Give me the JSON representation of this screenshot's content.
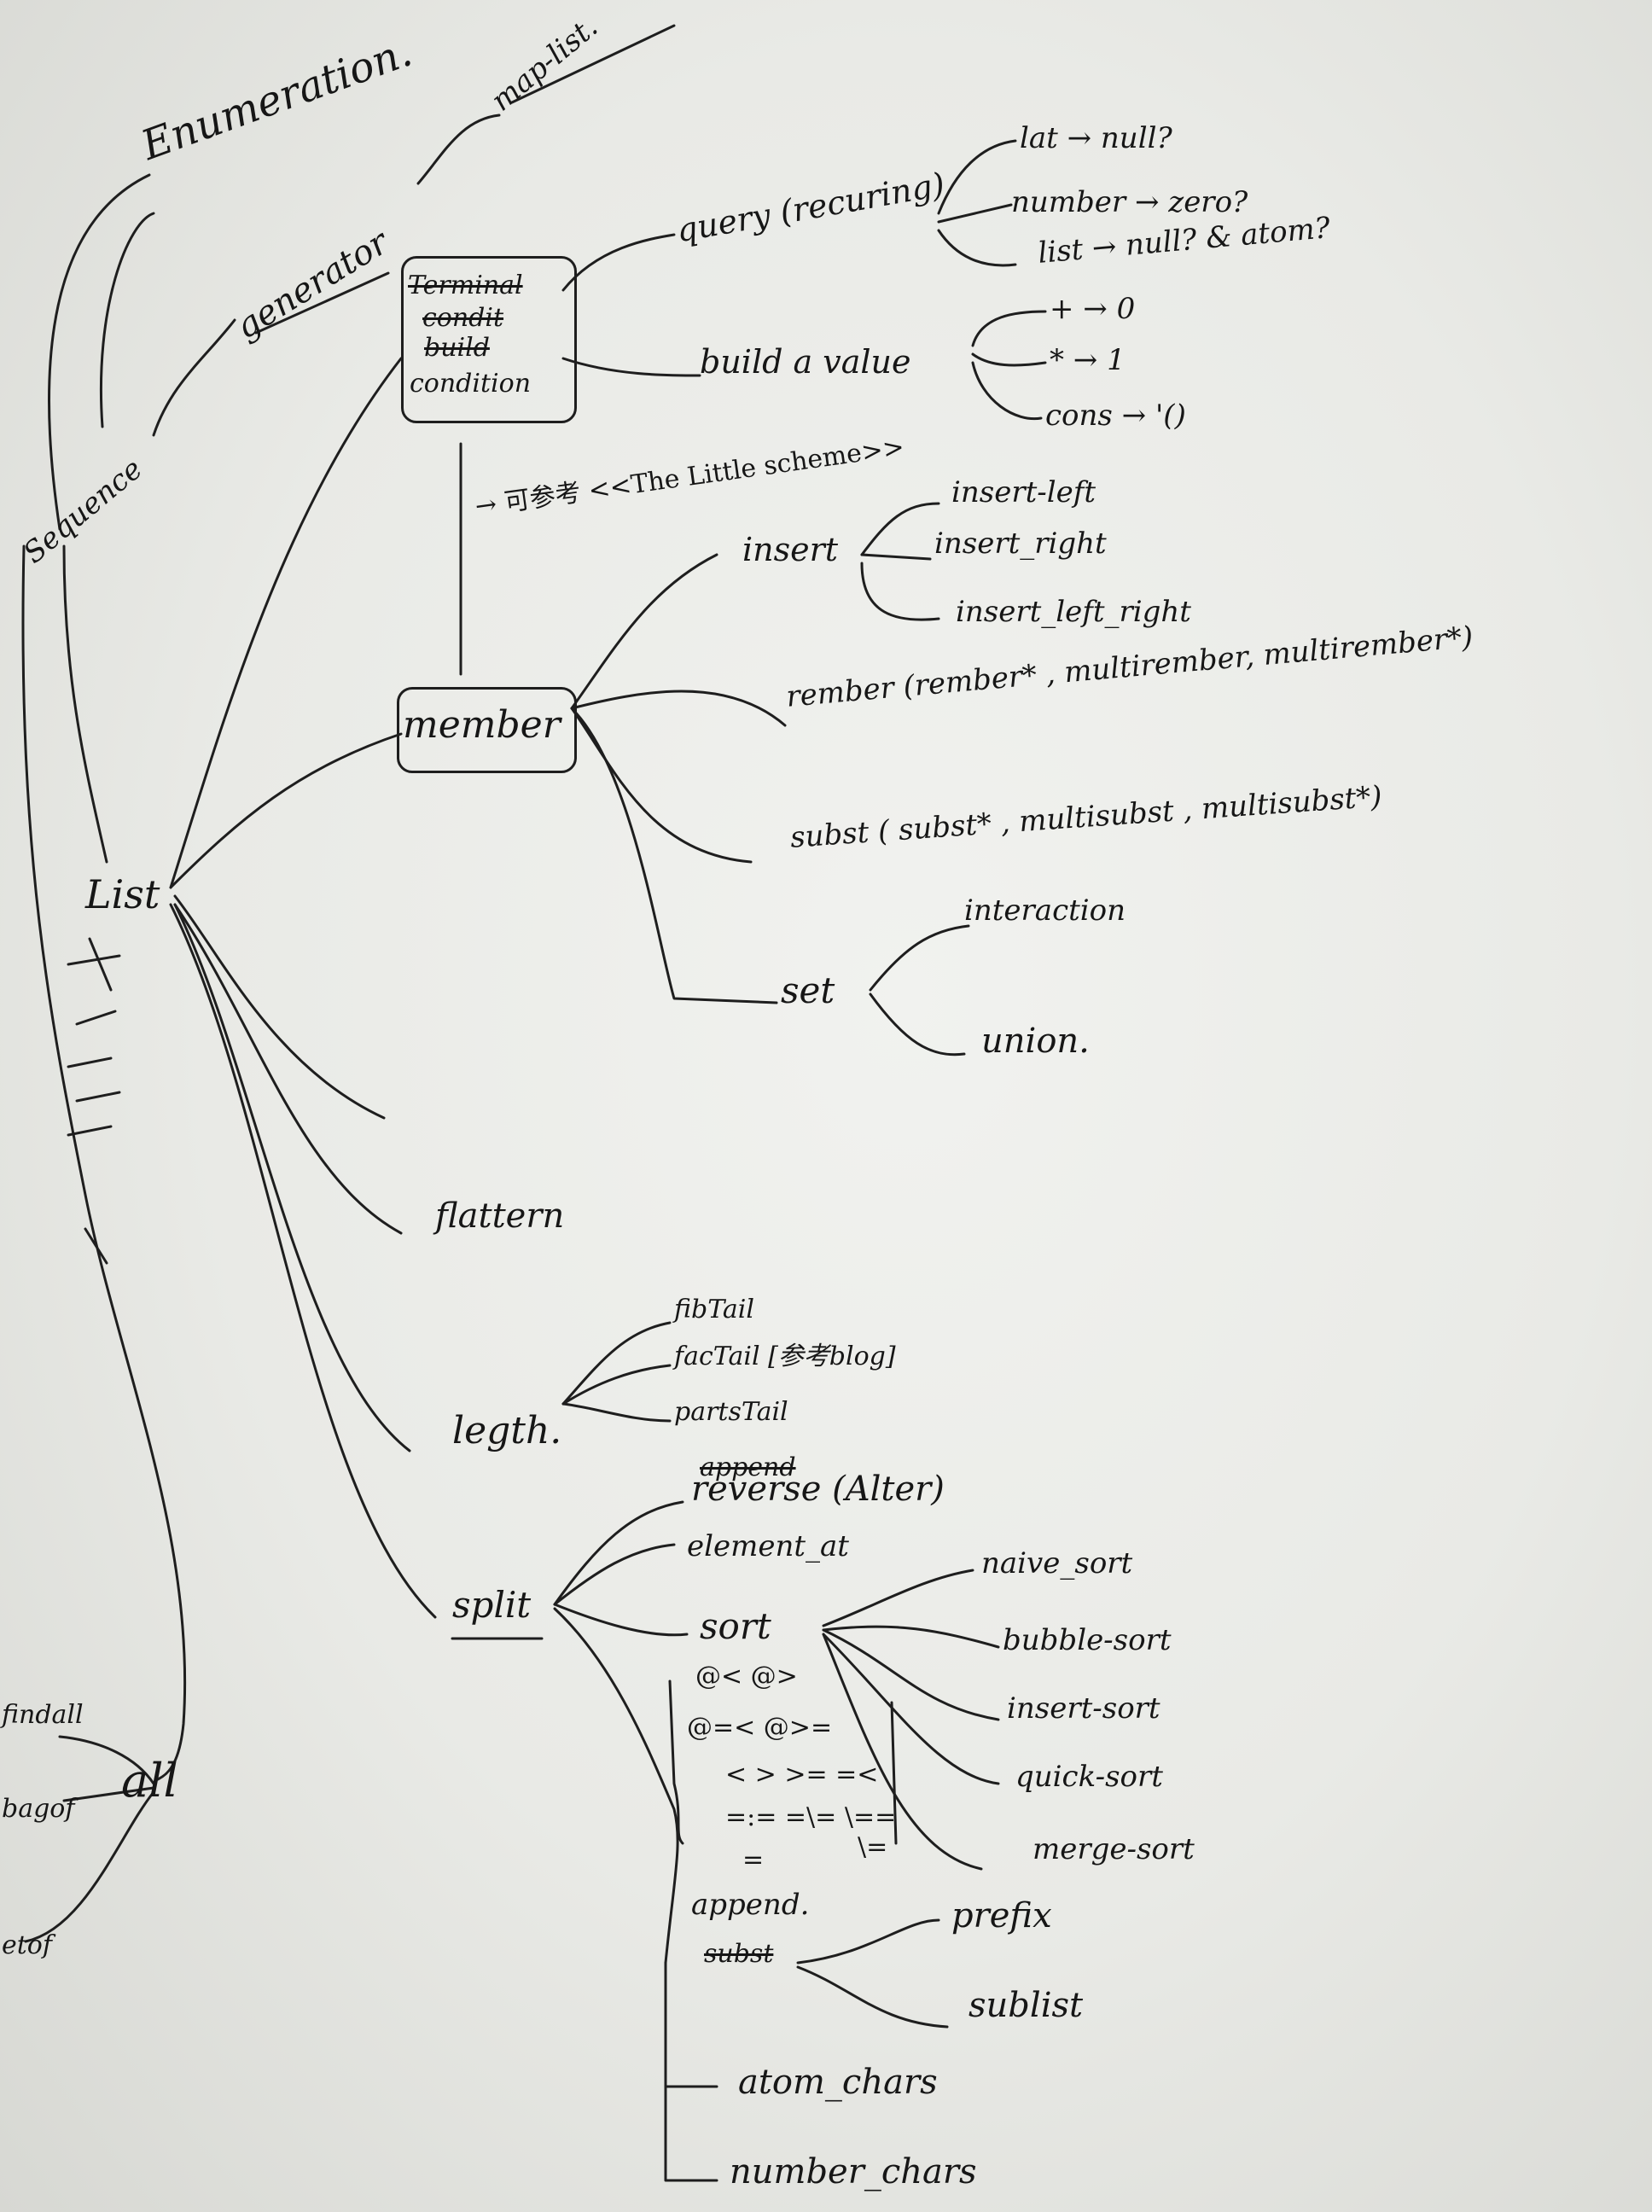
{
  "nodes": {
    "enumeration": "Enumeration.",
    "map_list": "map-list.",
    "generator": "generator",
    "sequence": "Sequence",
    "list": "List",
    "all": "all",
    "findall": "findall",
    "bagof": "bagof",
    "setof": "etof",
    "terminal_struck": "Terminal",
    "condit_struck": "condit",
    "build_struck": "build",
    "condition": "condition",
    "query": "query (recuring)",
    "lat": "lat → null?",
    "number": "number → zero?",
    "list_branch": "list → null? & atom?",
    "build_value": "build a value",
    "plus": "+ → 0",
    "star": "* → 1",
    "cons": "cons → '()",
    "reference": "→ 可参考 <<The Little scheme>>",
    "member": "member",
    "insert": "insert",
    "insert_left": "insert-left",
    "insert_right": "insert_right",
    "insert_left_right": "insert_left_right",
    "rember": "rember (rember* , multirember, multirember*)",
    "subst": "subst ( subst* , multisubst , multisubst*)",
    "set": "set",
    "interaction": "interaction",
    "union": "union.",
    "flattern": "flattern",
    "length": "legth.",
    "fibtail": "fibTail",
    "factail": "facTail [参考blog]",
    "partstail": "partsTail",
    "split": "split",
    "append_struck": "append",
    "reverse": "reverse (Alter)",
    "element_at": "element_at",
    "sort": "sort",
    "ops_1": "@< @>",
    "ops_2": "@=< @>=",
    "ops_3": "< > >= =<",
    "ops_4": "=:= =\\= \\==",
    "ops_5": "=",
    "ops_6": "\\=",
    "naive_sort": "naive_sort",
    "bubble_sort": "bubble-sort",
    "insert_sort": "insert-sort",
    "quick_sort": "quick-sort",
    "merge_sort": "merge-sort",
    "append": "append.",
    "subst_struck": "subst",
    "prefix": "prefix",
    "sublist": "sublist",
    "atom_chars": "atom_chars",
    "number_chars": "number_chars"
  },
  "colors": {
    "ink": "#1e1e1e",
    "paper": "#eeefec"
  }
}
